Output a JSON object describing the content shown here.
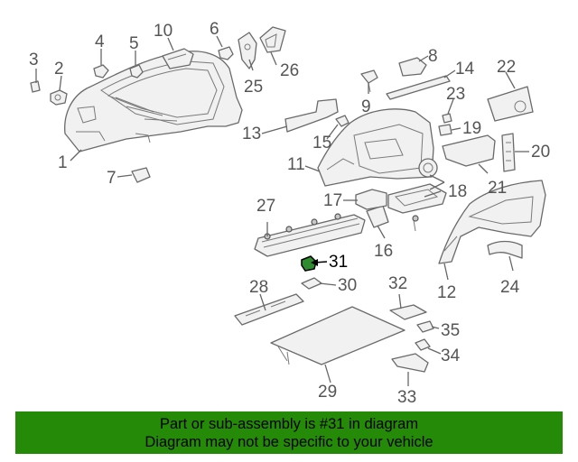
{
  "callouts": {
    "c1": "1",
    "c2": "2",
    "c3": "3",
    "c4": "4",
    "c5": "5",
    "c6": "6",
    "c7": "7",
    "c8": "8",
    "c9": "9",
    "c10": "10",
    "c11": "11",
    "c12": "12",
    "c13": "13",
    "c14": "14",
    "c15": "15",
    "c16": "16",
    "c17": "17",
    "c18": "18",
    "c19": "19",
    "c20": "20",
    "c21": "21",
    "c22": "22",
    "c23": "23",
    "c24": "24",
    "c25": "25",
    "c26": "26",
    "c27": "27",
    "c28": "28",
    "c29": "29",
    "c30": "30",
    "c31": "31",
    "c32": "32",
    "c33": "33",
    "c34": "34",
    "c35": "35"
  },
  "highlighted_part": "31",
  "banner": {
    "line1": "Part or sub-assembly is #31 in diagram",
    "line2": "Diagram may not be specific to your vehicle",
    "color": "#248a08"
  }
}
